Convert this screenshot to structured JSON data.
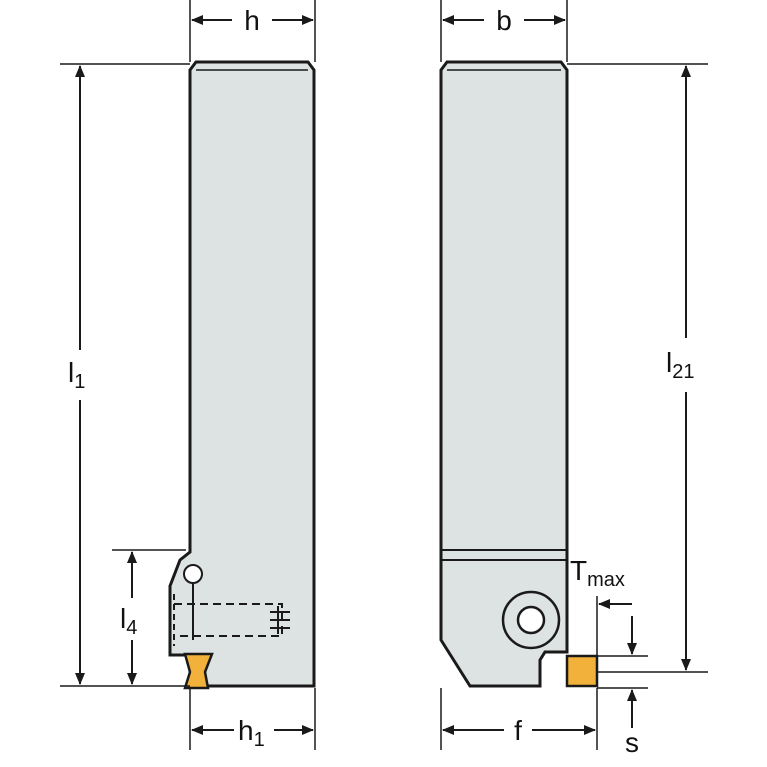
{
  "colors": {
    "body_fill": "#dde2e2",
    "outline": "#1a1a1a",
    "insert_fill": "#f2b13a",
    "background": "#ffffff"
  },
  "labels": {
    "h": "h",
    "b": "b",
    "l1": {
      "base": "l",
      "sub": "1"
    },
    "l21": {
      "base": "l",
      "sub": "21"
    },
    "l4": {
      "base": "l",
      "sub": "4"
    },
    "h1": {
      "base": "h",
      "sub": "1"
    },
    "f": "f",
    "s": "s",
    "tmax": {
      "base": "T",
      "sub": "max"
    }
  }
}
